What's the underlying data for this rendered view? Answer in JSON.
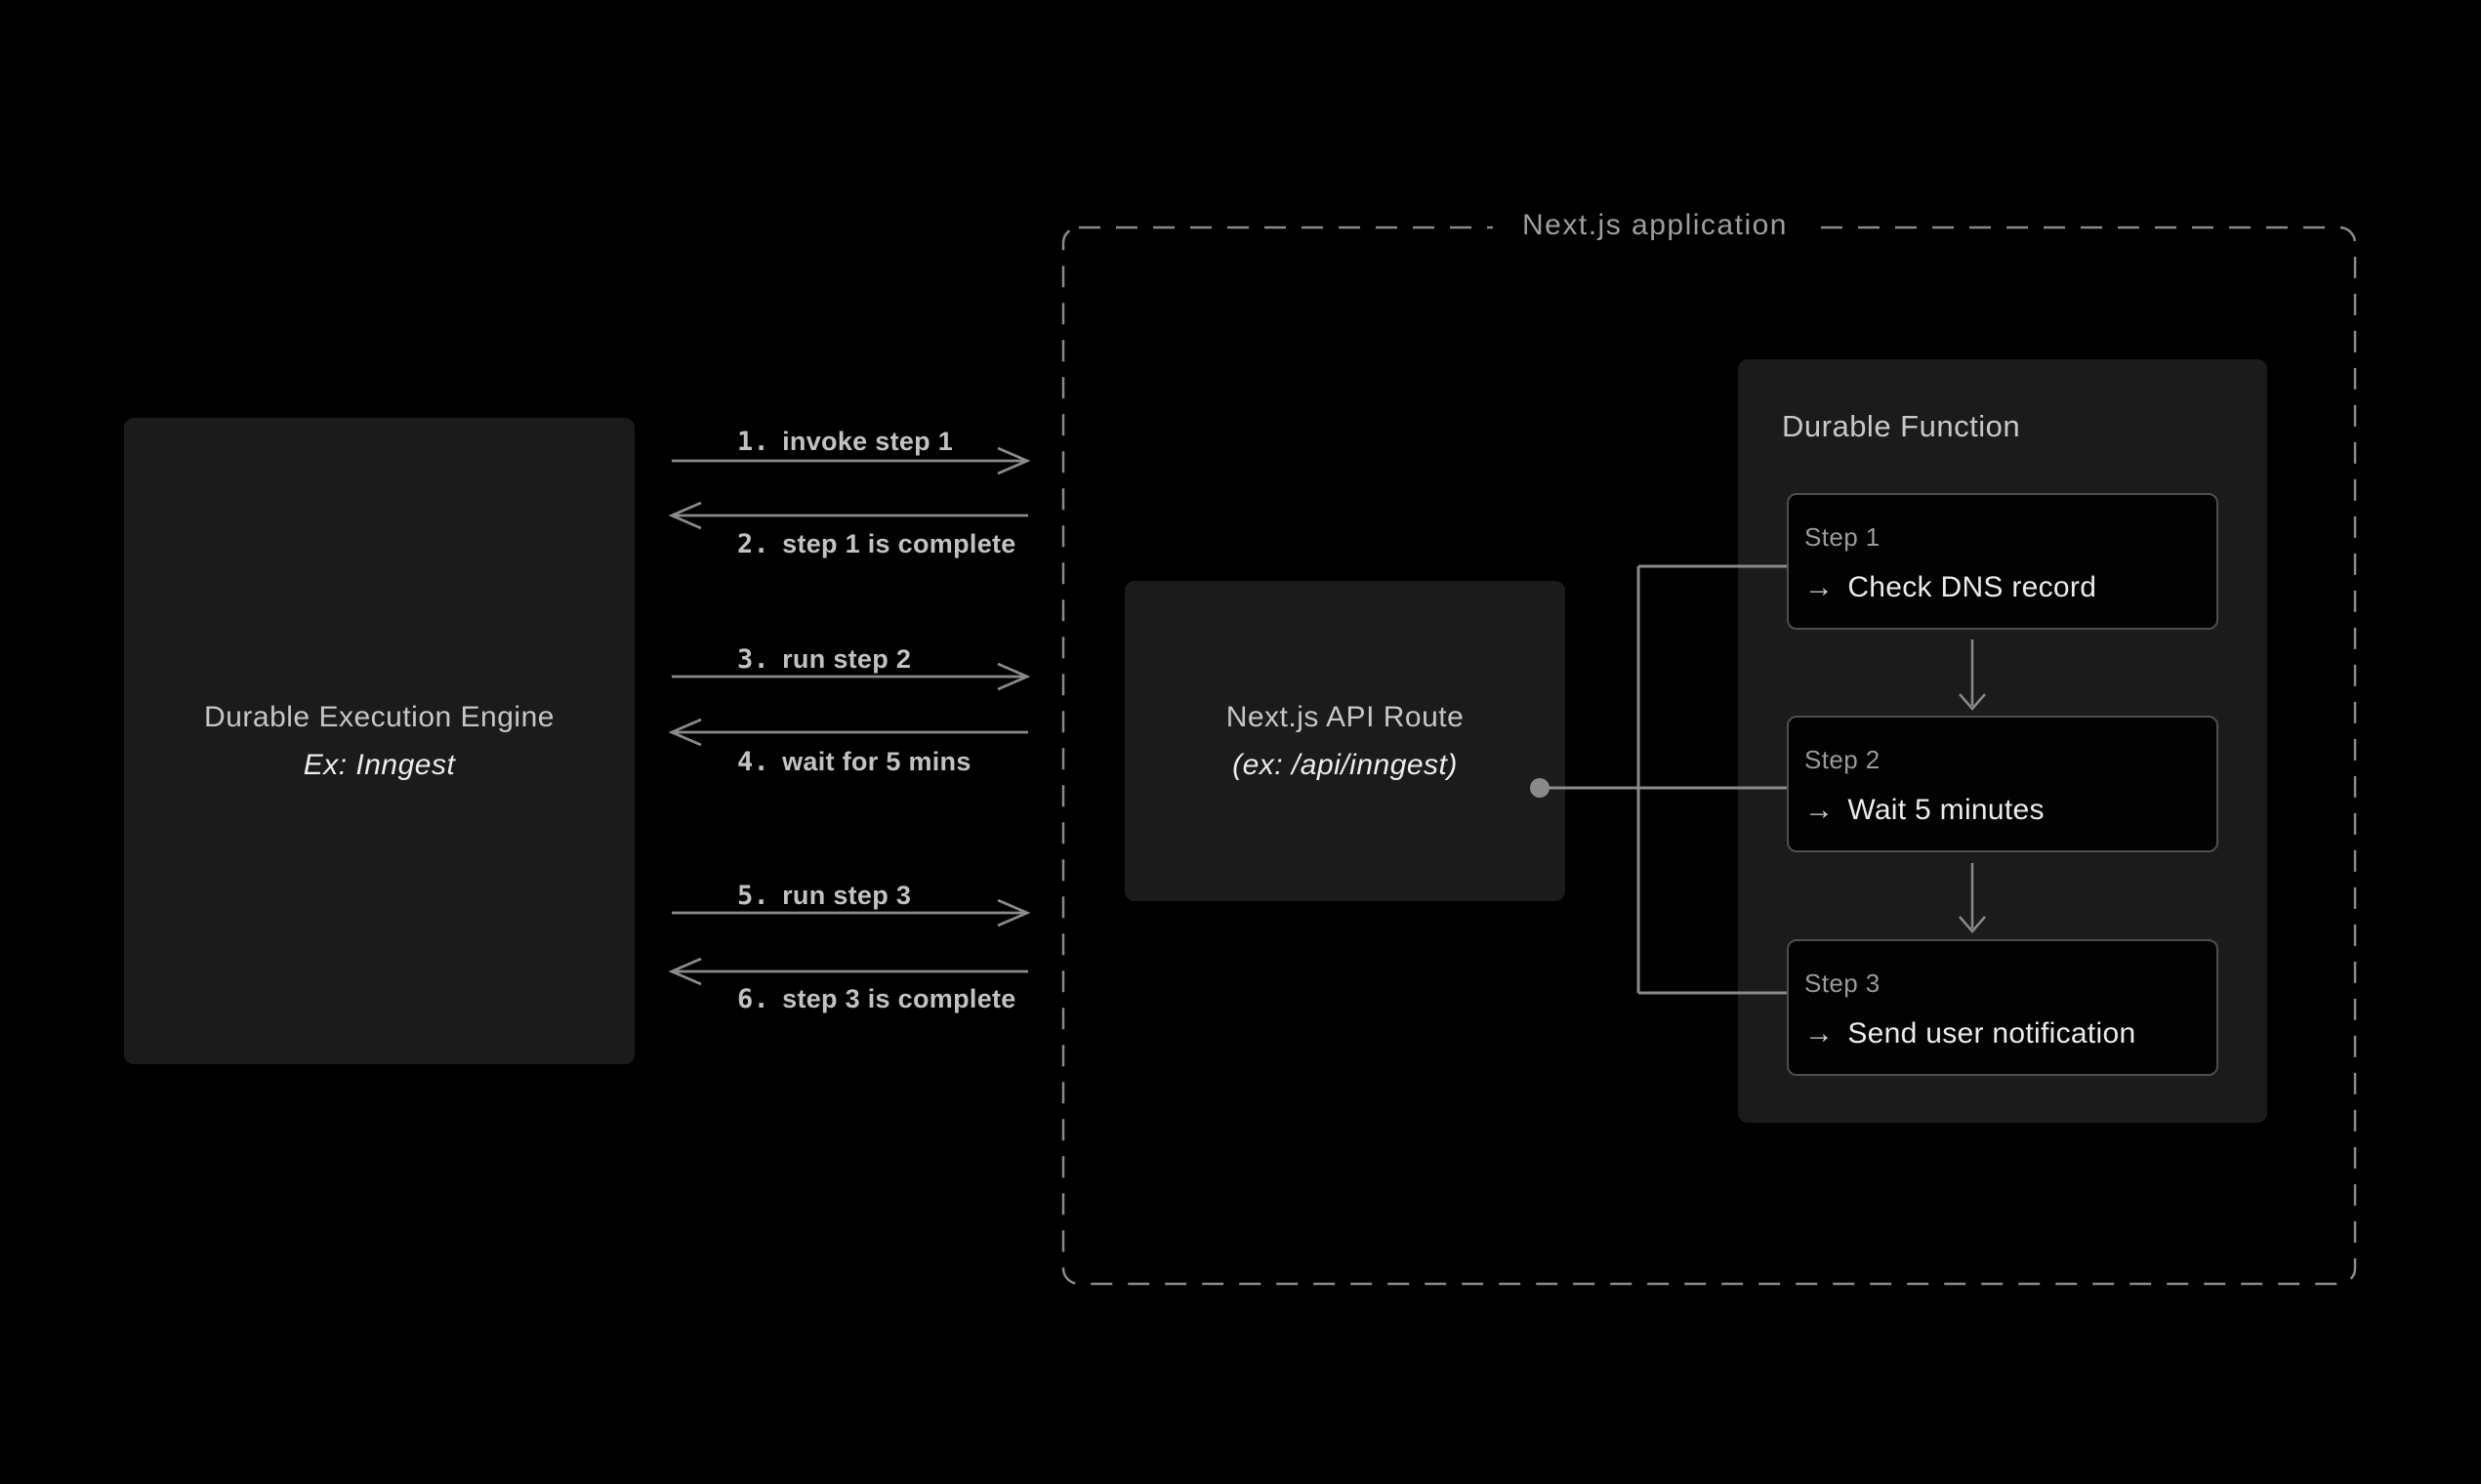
{
  "colors": {
    "background": "#000000",
    "box_fill": "#1b1b1b",
    "step_fill": "#020202",
    "step_border": "#4e4e4e",
    "line_gray": "#8a8a8a",
    "text_gray": "#c6c6c6",
    "text_bright": "#ededed",
    "muted_gray": "#9a9a9a"
  },
  "engine": {
    "title": "Durable Execution Engine",
    "subtitle": "Ex: Inngest"
  },
  "messages": [
    {
      "num": "1.",
      "label": "invoke step 1",
      "direction": "right"
    },
    {
      "num": "2.",
      "label": "step 1 is complete",
      "direction": "left"
    },
    {
      "num": "3.",
      "label": "run step 2",
      "direction": "right"
    },
    {
      "num": "4.",
      "label": "wait for 5 mins",
      "direction": "left"
    },
    {
      "num": "5.",
      "label": "run step 3",
      "direction": "right"
    },
    {
      "num": "6.",
      "label": "step 3 is complete",
      "direction": "left"
    }
  ],
  "nextjs_app": {
    "title": "Next.js application",
    "api_route": {
      "title": "Next.js API Route",
      "subtitle": "(ex: /api/inngest)"
    },
    "durable_function": {
      "title": "Durable Function",
      "steps": [
        {
          "label": "Step 1",
          "action": "Check DNS record"
        },
        {
          "label": "Step 2",
          "action": "Wait 5 minutes"
        },
        {
          "label": "Step 3",
          "action": "Send user notification"
        }
      ]
    }
  },
  "icons": {
    "arrow_right": "→"
  }
}
